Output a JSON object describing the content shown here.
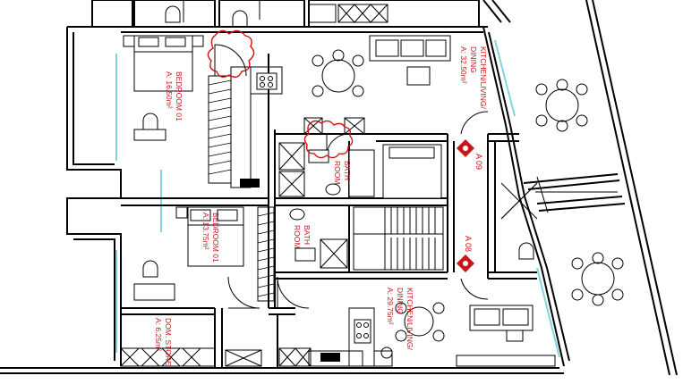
{
  "rooms": {
    "bedroom_01_upper": {
      "name": "BEDROOM 01",
      "area": "A: 16.50m²"
    },
    "kitchen_upper": {
      "name": "KITCHEN/LIVING/",
      "name2": "DINING",
      "area": "A: 32.50m²"
    },
    "bath_upper": {
      "name": "BATH",
      "name2": "ROOM"
    },
    "bedroom_01_lower": {
      "name": "BEDROOM 01",
      "area": "A: 13.75m²"
    },
    "bath_lower": {
      "name": "BATH",
      "name2": "ROOM"
    },
    "kitchen_lower": {
      "name": "KITCHEN/LIVING/",
      "name2": "DINING",
      "area": "A: 29.75m²"
    },
    "dom_store": {
      "name": "DOM. STORE",
      "area": "A: 6.25m²"
    }
  },
  "apartments": {
    "upper_tag": "A 09",
    "lower_tag": "A 08"
  },
  "colors": {
    "labels": "#c8161d",
    "glazing": "#7fd6e0",
    "lines": "#000000"
  }
}
